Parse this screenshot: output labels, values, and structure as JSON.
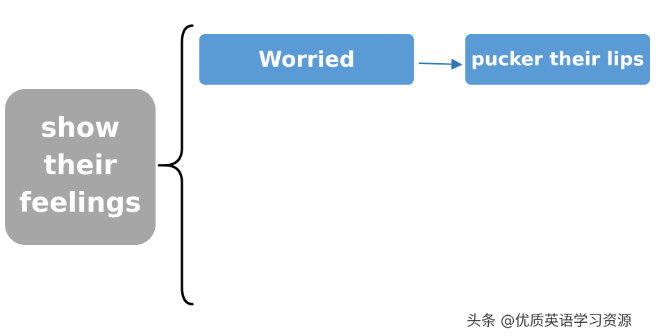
{
  "root": {
    "label": "show\ntheir\nfeelings"
  },
  "branches": [
    {
      "label": "Worried",
      "detail": "pucker their lips"
    }
  ],
  "watermark": {
    "text": "头条 @优质英语学习资源"
  },
  "colors": {
    "root_fill": "#a6a6a6",
    "node_fill": "#5b9bd5",
    "connector": "#2e75b6",
    "brace": "#000000",
    "text": "#ffffff"
  }
}
